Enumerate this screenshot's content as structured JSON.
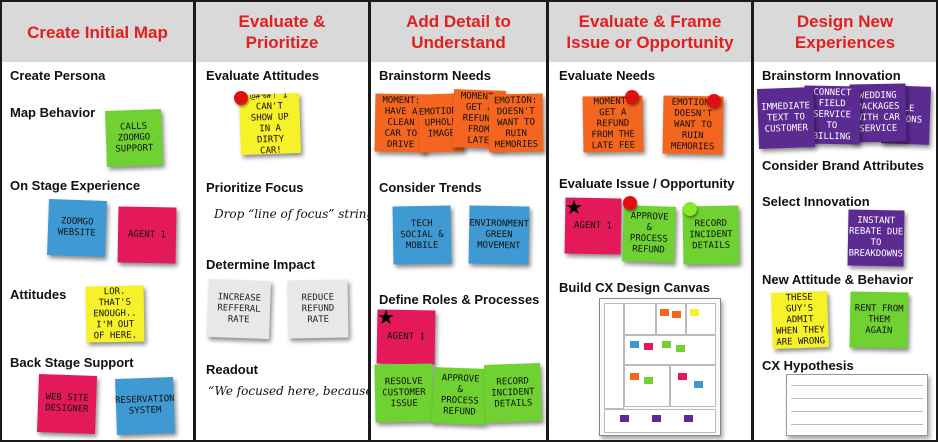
{
  "columns": [
    {
      "title": "Create Initial Map",
      "sections": [
        "Create Persona",
        "Map Behavior",
        "On Stage Experience",
        "Attitudes",
        "Back Stage Support"
      ],
      "notes": [
        "CALLS ZOOMGO SUPPORT",
        "ZOOMGO WEBSITE",
        "AGENT 1",
        "LOR. THAT'S ENOUGH.. I'M OUT OF HERE.",
        "WEB SITE DESIGNER",
        "RESERVATION SYSTEM"
      ]
    },
    {
      "title": "Evaluate & Prioritize",
      "sections": [
        "Evaluate Attitudes",
        "Prioritize Focus",
        "Determine Impact",
        "Readout"
      ],
      "notes": [
        "@#%#! I CAN'T SHOW UP IN A DIRTY CAR!",
        "INCREASE REFFERAL RATE",
        "REDUCE REFUND RATE"
      ],
      "scripts": [
        "Drop “line of focus” string",
        "“We focused here, because…”"
      ]
    },
    {
      "title": "Add Detail to Understand",
      "sections": [
        "Brainstorm Needs",
        "Consider Trends",
        "Define Roles & Processes"
      ],
      "notes": [
        "MOMENT: HAVE A CLEAN CAR TO DRIVE",
        "EMOTION: UPHOLD IMAGE",
        "MOMENT: GET A REFUND FROM LATE",
        "EMOTION: DOESN'T WANT TO RUIN MEMORIES",
        "TECH SOCIAL & MOBILE",
        "ENVIRONMENT GREEN MOVEMENT",
        "AGENT 1",
        "RESOLVE CUSTOMER ISSUE",
        "APPROVE & PROCESS REFUND",
        "RECORD INCIDENT DETAILS"
      ]
    },
    {
      "title": "Evaluate & Frame Issue or Opportunity",
      "sections": [
        "Evaluate Needs",
        "Evaluate Issue / Opportunity",
        "Build CX Design Canvas"
      ],
      "notes": [
        "MOMENT: GET A REFUND FROM THE LATE FEE",
        "EMOTION: DOESN'T WANT TO RUIN MEMORIES",
        "AGENT 1",
        "APPROVE & PROCESS REFUND",
        "RECORD INCIDENT DETAILS"
      ]
    },
    {
      "title": "Design New Experiences",
      "sections": [
        "Brainstorm Innovation",
        "Consider Brand Attributes",
        "Select Innovation",
        "New Attitude & Behavior",
        "CX Hypothesis"
      ],
      "notes": [
        "IMMEDIATE TEXT TO CUSTOMER",
        "CONNECT FIELD SERVICE TO BILLING",
        "WEDDING PACKAGES WITH CAR SERVICE",
        "BLE ...ONS",
        "INSTANT REBATE DUE TO BREAKDOWNS",
        "THESE GUY'S ADMIT WHEN THEY ARE WRONG",
        "RENT FROM THEM AGAIN"
      ]
    }
  ],
  "colors": {
    "header_text": "#e0201f",
    "header_bg": "#d9d9d9",
    "green": "#6fd232",
    "blue": "#3f9ad3",
    "red": "#e3195a",
    "yellow": "#f7f12a",
    "orange": "#f4651f",
    "purple": "#5c2b91"
  }
}
